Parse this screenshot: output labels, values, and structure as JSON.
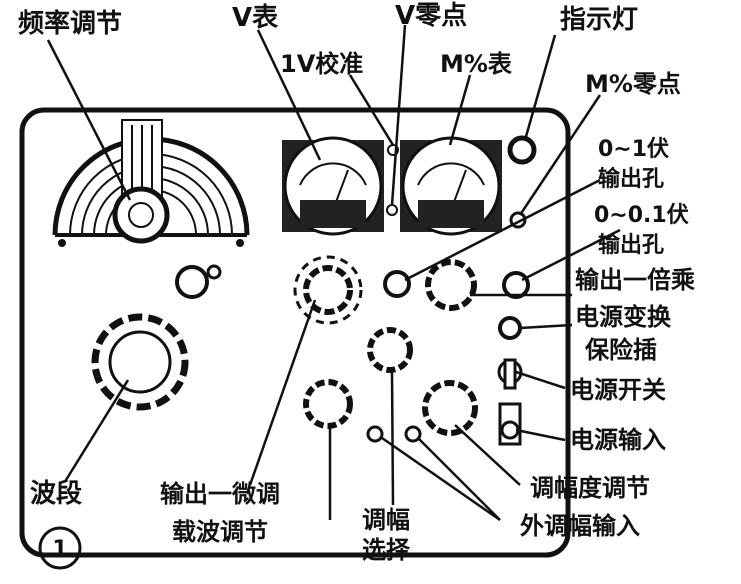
{
  "labels": {
    "freq_tuning": "频率调节",
    "v_meter": "V表",
    "one_v_calib": "1V校准",
    "v_zero": "V零点",
    "m_meter": "M%表",
    "indicator_lamp": "指示灯",
    "m_zero": "M%零点",
    "out_0_1v_l1": "0~1伏",
    "out_0_1v_l2": "输出孔",
    "out_0_01v_l1": "0~0.1伏",
    "out_0_01v_l2": "输出孔",
    "output_multiplier": "输出一倍乘",
    "power_switch_fuse_l1": "电源变换",
    "power_switch_fuse_l2": "保险插",
    "power_switch": "电源开关",
    "power_input": "电源输入",
    "band": "波段",
    "output_fine": "输出一微调",
    "carrier_tuning": "载波调节",
    "mod_select_l1": "调幅",
    "mod_select_l2": "选择",
    "mod_depth": "调幅度调节",
    "ext_mod_input": "外调幅输入",
    "figure_number": "1"
  }
}
